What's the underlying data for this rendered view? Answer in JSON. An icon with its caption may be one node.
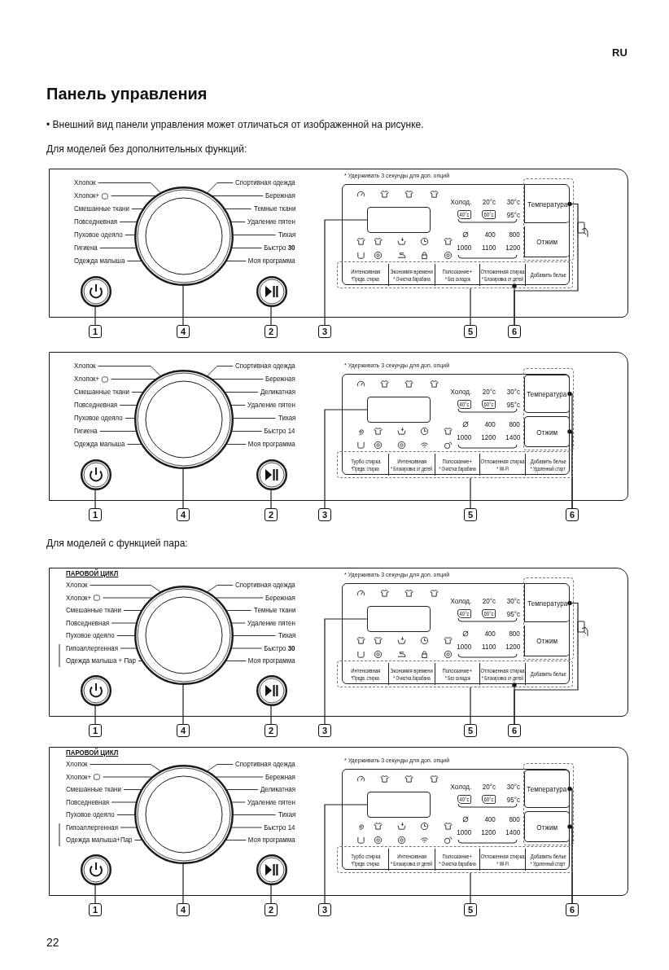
{
  "diagram": {
    "title": "Панель управления",
    "nodes": [
      {
        "text": [],
        "shape": "box"
      },
      {
        "text": [],
        "shape": "circle",
        "in": 0
      },
      {
        "text": [
          "Хлопок"
        ],
        "in": 0
      },
      {
        "text": [
          "Спортивная одежда"
        ],
        "in": 0
      },
      {
        "text": [
          "Хлопок+"
        ],
        "in": 0
      },
      {
        "text": [
          "Бережная"
        ],
        "in": 0
      },
      {
        "text": [
          "Смешанные ткани"
        ],
        "in": 0
      },
      {
        "text": [
          "Темные ткани"
        ],
        "in": 0
      },
      {
        "text": [
          "Повседневная"
        ],
        "in": 0
      },
      {
        "text": [
          "Удаление пятен"
        ],
        "in": 0
      },
      {
        "text": [
          "Пуховое одеяло"
        ],
        "in": 0
      },
      {
        "text": [
          "Тихая"
        ],
        "in": 0
      },
      {
        "text": [
          "Гигиена"
        ],
        "in": 0
      },
      {
        "text": [
          "Быстро **30**"
        ],
        "in": 0
      },
      {
        "text": [
          "Одежда малыша"
        ],
        "in": 0
      },
      {
        "text": [
          "Моя программа"
        ],
        "in": 0
      },
      {
        "text": [],
        "shape": "circle",
        "in": 0
      },
      {
        "text": [],
        "shape": "circle",
        "in": 0
      },
      {
        "text": [],
        "shape": "box",
        "in": 0
      },
      {
        "text": [],
        "shape": "box",
        "in": 18
      },
      {
        "text": [],
        "shape": "box",
        "in": 0
      },
      {
        "text": [
          "Интенсивная",
          "*Предв. стирка"
        ],
        "in": 20
      },
      {
        "text": [
          "Экономия времени",
          "* Очистка барабана"
        ],
        "in": 20
      },
      {
        "text": [
          "Полоскание+",
          "* Без складок"
        ],
        "in": 20
      },
      {
        "text": [
          "Отложенная стирка",
          "* Блокировка от детей"
        ],
        "in": 20
      },
      {
        "text": [
          "Добавить белье"
        ],
        "in": 20
      },
      {
        "text": [],
        "shape": "box",
        "in": 0
      },
      {
        "text": [
          "Температура"
        ],
        "in": 26
      },
      {
        "text": [
          "Отжим"
        ],
        "in": 26
      },
      {
        "text": [
          "1"
        ]
      },
      {
        "text": [
          "4"
        ]
      },
      {
        "text": [
          "2"
        ]
      },
      {
        "text": [
          "3"
        ]
      },
      {
        "text": [
          "5"
        ]
      },
      {
        "text": [
          "6"
        ]
      },
      {
        "text": [],
        "shape": "box"
      },
      {
        "text": [],
        "shape": "circle",
        "in": 35
      },
      {
        "text": [
          "Хлопок"
        ],
        "in": 35
      },
      {
        "text": [
          "Спортивная одежда"
        ],
        "in": 35
      },
      {
        "text": [
          "Хлопок+"
        ],
        "in": 35
      },
      {
        "text": [
          "Бережная"
        ],
        "in": 35
      },
      {
        "text": [
          "Смешанные ткани"
        ],
        "in": 35
      },
      {
        "text": [
          "Деликатная"
        ],
        "in": 35
      },
      {
        "text": [
          "Повседневная"
        ],
        "in": 35
      },
      {
        "text": [
          "Удаление пятен"
        ],
        "in": 35
      },
      {
        "text": [
          "Пуховое одеяло"
        ],
        "in": 35
      },
      {
        "text": [
          "Тихая"
        ],
        "in": 35
      },
      {
        "text": [
          "Гигиена"
        ],
        "in": 35
      },
      {
        "text": [
          "Быстро 14"
        ],
        "in": 35
      },
      {
        "text": [
          "Одежда малыша"
        ],
        "in": 35
      },
      {
        "text": [
          "Моя программа"
        ],
        "in": 35
      },
      {
        "text": [],
        "shape": "circle",
        "in": 35
      },
      {
        "text": [],
        "shape": "circle",
        "in": 35
      },
      {
        "text": [],
        "shape": "box",
        "in": 35
      },
      {
        "text": [],
        "shape": "box",
        "in": 53
      },
      {
        "text": [],
        "shape": "box",
        "in": 35
      },
      {
        "text": [
          "Турбо стирка",
          "*Предв. стирка"
        ],
        "in": 55
      },
      {
        "text": [
          "Интенсивная",
          "* Блокировка от детей"
        ],
        "in": 55
      },
      {
        "text": [
          "Полоскание+",
          "* Очистка барабана"
        ],
        "in": 55
      },
      {
        "text": [
          "Отложенная стирка",
          "* Wi-Fi"
        ],
        "in": 55
      },
      {
        "text": [
          "Добавить белье",
          "* Удаленный старт"
        ],
        "in": 55
      },
      {
        "text": [],
        "shape": "box",
        "in": 35
      },
      {
        "text": [
          "Температура"
        ],
        "in": 61
      },
      {
        "text": [
          "Отжим"
        ],
        "in": 61
      },
      {
        "text": [
          "1"
        ]
      },
      {
        "text": [
          "4"
        ]
      },
      {
        "text": [
          "2"
        ]
      },
      {
        "text": [
          "3"
        ]
      },
      {
        "text": [
          "5"
        ]
      },
      {
        "text": [
          "6"
        ]
      },
      {
        "text": [],
        "shape": "box"
      },
      {
        "text": [],
        "shape": "circle",
        "in": 70
      },
      {
        "text": [
          "Хлопок"
        ],
        "in": 70
      },
      {
        "text": [
          "Спортивная одежда"
        ],
        "in": 70
      },
      {
        "text": [
          "Хлопок+"
        ],
        "in": 70
      },
      {
        "text": [
          "Бережная"
        ],
        "in": 70
      },
      {
        "text": [
          "Смешанные ткани"
        ],
        "in": 70
      },
      {
        "text": [
          "Темные ткани"
        ],
        "in": 70
      },
      {
        "text": [
          "Повседневная"
        ],
        "in": 70
      },
      {
        "text": [
          "Удаление пятен"
        ],
        "in": 70
      },
      {
        "text": [
          "Пуховое одеяло"
        ],
        "in": 70
      },
      {
        "text": [
          "Тихая"
        ],
        "in": 70
      },
      {
        "text": [
          "Гипоаллергенная"
        ],
        "in": 70
      },
      {
        "text": [
          "Быстро **30**"
        ],
        "in": 70
      },
      {
        "text": [
          "Одежда малыша + Пар"
        ],
        "in": 70
      },
      {
        "text": [
          "Моя программа"
        ],
        "in": 70
      },
      {
        "text": [],
        "shape": "circle",
        "in": 70
      },
      {
        "text": [],
        "shape": "circle",
        "in": 70
      },
      {
        "text": [],
        "shape": "box",
        "in": 70
      },
      {
        "text": [],
        "shape": "box",
        "in": 88
      },
      {
        "text": [],
        "shape": "box",
        "in": 70
      },
      {
        "text": [
          "Интенсивная",
          "*Предв. стирка"
        ],
        "in": 90
      },
      {
        "text": [
          "Экономия времени",
          "* Очистка барабана"
        ],
        "in": 90
      },
      {
        "text": [
          "Полоскание+",
          "* Без складок"
        ],
        "in": 90
      },
      {
        "text": [
          "Отложенная стирка",
          "* Блокировка от детей"
        ],
        "in": 90
      },
      {
        "text": [
          "Добавить белье"
        ],
        "in": 90
      },
      {
        "text": [],
        "shape": "box",
        "in": 70
      },
      {
        "text": [
          "Температура"
        ],
        "in": 96
      },
      {
        "text": [
          "Отжим"
        ],
        "in": 96
      },
      {
        "text": [
          "1"
        ]
      },
      {
        "text": [
          "4"
        ]
      },
      {
        "text": [
          "2"
        ]
      },
      {
        "text": [
          "3"
        ]
      },
      {
        "text": [
          "5"
        ]
      },
      {
        "text": [
          "6"
        ]
      },
      {
        "text": [],
        "shape": "box"
      },
      {
        "text": [],
        "shape": "circle",
        "in": 105
      },
      {
        "text": [
          "Хлопок"
        ],
        "in": 105
      },
      {
        "text": [
          "Спортивная одежда"
        ],
        "in": 105
      },
      {
        "text": [
          "Хлопок+"
        ],
        "in": 105
      },
      {
        "text": [
          "Бережная"
        ],
        "in": 105
      },
      {
        "text": [
          "Смешанные ткани"
        ],
        "in": 105
      },
      {
        "text": [
          "Деликатная"
        ],
        "in": 105
      },
      {
        "text": [
          "Повседневная"
        ],
        "in": 105
      },
      {
        "text": [
          "Удаление пятен"
        ],
        "in": 105
      },
      {
        "text": [
          "Пуховое одеяло"
        ],
        "in": 105
      },
      {
        "text": [
          "Тихая"
        ],
        "in": 105
      },
      {
        "text": [
          "Гипоаллергенная"
        ],
        "in": 105
      },
      {
        "text": [
          "Быстро 14"
        ],
        "in": 105
      },
      {
        "text": [
          "Одежда малыша+Пар"
        ],
        "in": 105
      },
      {
        "text": [
          "Моя программа"
        ],
        "in": 105
      },
      {
        "text": [],
        "shape": "circle",
        "in": 105
      },
      {
        "text": [],
        "shape": "circle",
        "in": 105
      },
      {
        "text": [],
        "shape": "box",
        "in": 105
      },
      {
        "text": [],
        "shape": "box",
        "in": 123
      },
      {
        "text": [],
        "shape": "box",
        "in": 105
      },
      {
        "text": [
          "Турбо стирка",
          "*Предв. стирка"
        ],
        "in": 125
      },
      {
        "text": [
          "Интенсивная",
          "* Блокировка от детей"
        ],
        "in": 125
      },
      {
        "text": [
          "Полоскание+",
          "* Очистка барабана"
        ],
        "in": 125
      },
      {
        "text": [
          "Отложенная стирка",
          "* Wi-Fi"
        ],
        "in": 125
      },
      {
        "text": [
          "Добавить белье",
          "* Удаленный старт"
        ],
        "in": 125
      },
      {
        "text": [],
        "shape": "box",
        "in": 105
      },
      {
        "text": [
          "Температура"
        ],
        "in": 131
      },
      {
        "text": [
          "Отжим"
        ],
        "in": 131
      },
      {
        "text": [
          "1"
        ]
      },
      {
        "text": [
          "4"
        ]
      },
      {
        "text": [
          "2"
        ]
      },
      {
        "text": [
          "3"
        ]
      },
      {
        "text": [
          "5"
        ]
      },
      {
        "text": [
          "6"
        ]
      }
    ],
    "edges": [
      {
        "from": 2,
        "to": 1,
        "arrow": "none"
      },
      {
        "from": 3,
        "to": 1,
        "arrow": "none"
      },
      {
        "from": 4,
        "to": 1,
        "arrow": "none"
      },
      {
        "from": 5,
        "to": 1,
        "arrow": "none"
      },
      {
        "from": 6,
        "to": 1,
        "arrow": "none"
      },
      {
        "from": 7,
        "to": 1,
        "arrow": "none"
      },
      {
        "from": 8,
        "to": 1,
        "arrow": "none"
      },
      {
        "from": 9,
        "to": 1,
        "arrow": "none"
      },
      {
        "from": 10,
        "to": 1,
        "arrow": "none"
      },
      {
        "from": 11,
        "to": 1,
        "arrow": "none"
      },
      {
        "from": 12,
        "to": 1,
        "arrow": "none"
      },
      {
        "from": 13,
        "to": 1,
        "arrow": "none"
      },
      {
        "from": 14,
        "to": 1,
        "arrow": "none"
      },
      {
        "from": 15,
        "to": 1,
        "arrow": "none"
      },
      {
        "from": 29,
        "to": 16,
        "arrow": "none"
      },
      {
        "from": 30,
        "to": 1,
        "arrow": "none"
      },
      {
        "from": 31,
        "to": 17,
        "arrow": "none"
      },
      {
        "from": 32,
        "to": 19,
        "arrow": "none"
      },
      {
        "from": 33,
        "to": 20,
        "arrow": "none"
      },
      {
        "from": 34,
        "to": 24,
        "arrow": "other"
      },
      {
        "from": 34,
        "to": 27,
        "arrow": "other"
      },
      {
        "from": 37,
        "to": 36,
        "arrow": "none"
      },
      {
        "from": 38,
        "to": 36,
        "arrow": "none"
      },
      {
        "from": 39,
        "to": 36,
        "arrow": "none"
      },
      {
        "from": 40,
        "to": 36,
        "arrow": "none"
      },
      {
        "from": 41,
        "to": 36,
        "arrow": "none"
      },
      {
        "from": 42,
        "to": 36,
        "arrow": "none"
      },
      {
        "from": 43,
        "to": 36,
        "arrow": "none"
      },
      {
        "from": 44,
        "to": 36,
        "arrow": "none"
      },
      {
        "from": 45,
        "to": 36,
        "arrow": "none"
      },
      {
        "from": 46,
        "to": 36,
        "arrow": "none"
      },
      {
        "from": 47,
        "to": 36,
        "arrow": "none"
      },
      {
        "from": 48,
        "to": 36,
        "arrow": "none"
      },
      {
        "from": 49,
        "to": 36,
        "arrow": "none"
      },
      {
        "from": 50,
        "to": 36,
        "arrow": "none"
      },
      {
        "from": 64,
        "to": 51,
        "arrow": "none"
      },
      {
        "from": 65,
        "to": 36,
        "arrow": "none"
      },
      {
        "from": 66,
        "to": 52,
        "arrow": "none"
      },
      {
        "from": 67,
        "to": 54,
        "arrow": "none"
      },
      {
        "from": 68,
        "to": 55,
        "arrow": "none"
      },
      {
        "from": 69,
        "to": 62,
        "arrow": "other"
      },
      {
        "from": 69,
        "to": 63,
        "arrow": "other"
      },
      {
        "from": 72,
        "to": 71,
        "arrow": "none"
      },
      {
        "from": 73,
        "to": 71,
        "arrow": "none"
      },
      {
        "from": 74,
        "to": 71,
        "arrow": "none"
      },
      {
        "from": 75,
        "to": 71,
        "arrow": "none"
      },
      {
        "from": 76,
        "to": 71,
        "arrow": "none"
      },
      {
        "from": 77,
        "to": 71,
        "arrow": "none"
      },
      {
        "from": 78,
        "to": 71,
        "arrow": "none"
      },
      {
        "from": 79,
        "to": 71,
        "arrow": "none"
      },
      {
        "from": 80,
        "to": 71,
        "arrow": "none"
      },
      {
        "from": 81,
        "to": 71,
        "arrow": "none"
      },
      {
        "from": 82,
        "to": 71,
        "arrow": "none"
      },
      {
        "from": 83,
        "to": 71,
        "arrow": "none"
      },
      {
        "from": 84,
        "to": 71,
        "arrow": "none"
      },
      {
        "from": 85,
        "to": 71,
        "arrow": "none"
      },
      {
        "from": 99,
        "to": 86,
        "arrow": "none"
      },
      {
        "from": 100,
        "to": 71,
        "arrow": "none"
      },
      {
        "from": 101,
        "to": 87,
        "arrow": "none"
      },
      {
        "from": 102,
        "to": 89,
        "arrow": "none"
      },
      {
        "from": 103,
        "to": 90,
        "arrow": "none"
      },
      {
        "from": 104,
        "to": 94,
        "arrow": "other"
      },
      {
        "from": 104,
        "to": 97,
        "arrow": "other"
      },
      {
        "from": 107,
        "to": 106,
        "arrow": "none"
      },
      {
        "from": 108,
        "to": 106,
        "arrow": "none"
      },
      {
        "from": 109,
        "to": 106,
        "arrow": "none"
      },
      {
        "from": 110,
        "to": 106,
        "arrow": "none"
      },
      {
        "from": 111,
        "to": 106,
        "arrow": "none"
      },
      {
        "from": 112,
        "to": 106,
        "arrow": "none"
      },
      {
        "from": 113,
        "to": 106,
        "arrow": "none"
      },
      {
        "from": 114,
        "to": 106,
        "arrow": "none"
      },
      {
        "from": 115,
        "to": 106,
        "arrow": "none"
      },
      {
        "from": 116,
        "to": 106,
        "arrow": "none"
      },
      {
        "from": 117,
        "to": 106,
        "arrow": "none"
      },
      {
        "from": 118,
        "to": 106,
        "arrow": "none"
      },
      {
        "from": 119,
        "to": 106,
        "arrow": "none"
      },
      {
        "from": 120,
        "to": 106,
        "arrow": "none"
      },
      {
        "from": 134,
        "to": 121,
        "arrow": "none"
      },
      {
        "from": 135,
        "to": 106,
        "arrow": "none"
      },
      {
        "from": 136,
        "to": 122,
        "arrow": "none"
      },
      {
        "from": 137,
        "to": 124,
        "arrow": "none"
      },
      {
        "from": 138,
        "to": 125,
        "arrow": "none"
      },
      {
        "from": 139,
        "to": 132,
        "arrow": "other"
      },
      {
        "from": 139,
        "to": 133,
        "arrow": "other"
      }
    ],
    "labels": [
      "RU",
      "• Внешний вид панели управления может отличаться от изображенной на рисунке.",
      "Для моделей без дополнительных функций:",
      "* Удерживать 3 секунды для доп. опций",
      "Холод.",
      "20°c",
      "30°c",
      "40°c",
      "60°c",
      "95°c",
      "400",
      "800",
      "1000",
      "1100",
      "1200",
      "* Удерживать 3 секунды для доп. опций",
      "Холод.",
      "20°c",
      "30°c",
      "40°c",
      "60°c",
      "95°c",
      "400",
      "800",
      "1000",
      "1200",
      "1400",
      "Для моделей с функцией пара:",
      "ПАРОВОЙ ЦИКЛ",
      "* Удерживать 3 секунды для доп. опций",
      "Холод.",
      "20°c",
      "30°c",
      "40°c",
      "60°c",
      "95°c",
      "400",
      "800",
      "1000",
      "1100",
      "1200",
      "ПАРОВОЙ ЦИКЛ",
      "* Удерживать 3 секунды для доп. опций",
      "Холод.",
      "20°c",
      "30°c",
      "40°c",
      "60°c",
      "95°c",
      "400",
      "800",
      "1000",
      "1200",
      "1400",
      "22"
    ]
  }
}
